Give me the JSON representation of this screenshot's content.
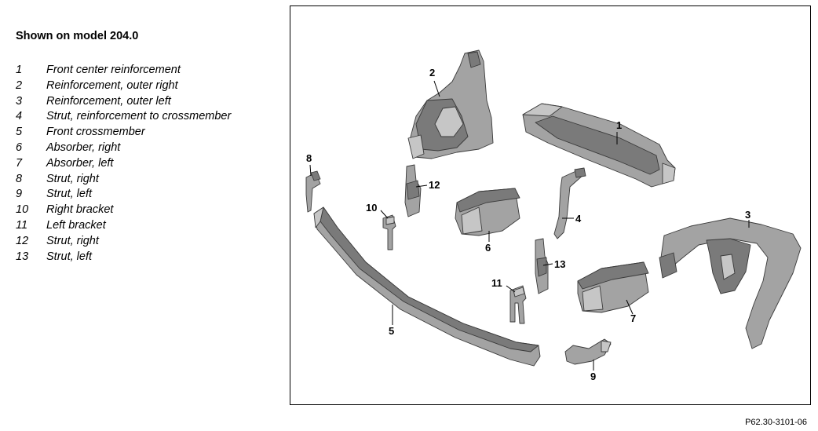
{
  "title": "Shown on model 204.0",
  "legend": [
    {
      "num": "1",
      "label": "Front center reinforcement"
    },
    {
      "num": "2",
      "label": "Reinforcement, outer right"
    },
    {
      "num": "3",
      "label": "Reinforcement, outer left"
    },
    {
      "num": "4",
      "label": "Strut, reinforcement to crossmember"
    },
    {
      "num": "5",
      "label": "Front crossmember"
    },
    {
      "num": "6",
      "label": "Absorber, right"
    },
    {
      "num": "7",
      "label": "Absorber, left"
    },
    {
      "num": "8",
      "label": "Strut, right"
    },
    {
      "num": "9",
      "label": "Strut, left"
    },
    {
      "num": "10",
      "label": "Right bracket"
    },
    {
      "num": "11",
      "label": "Left bracket"
    },
    {
      "num": "12",
      "label": "Strut, right"
    },
    {
      "num": "13",
      "label": "Strut, left"
    }
  ],
  "callouts": {
    "c1": "1",
    "c2": "2",
    "c3": "3",
    "c4": "4",
    "c5": "5",
    "c6": "6",
    "c7": "7",
    "c8": "8",
    "c9": "9",
    "c10": "10",
    "c11": "11",
    "c12": "12",
    "c13": "13"
  },
  "reference": "P62.30-3101-06"
}
